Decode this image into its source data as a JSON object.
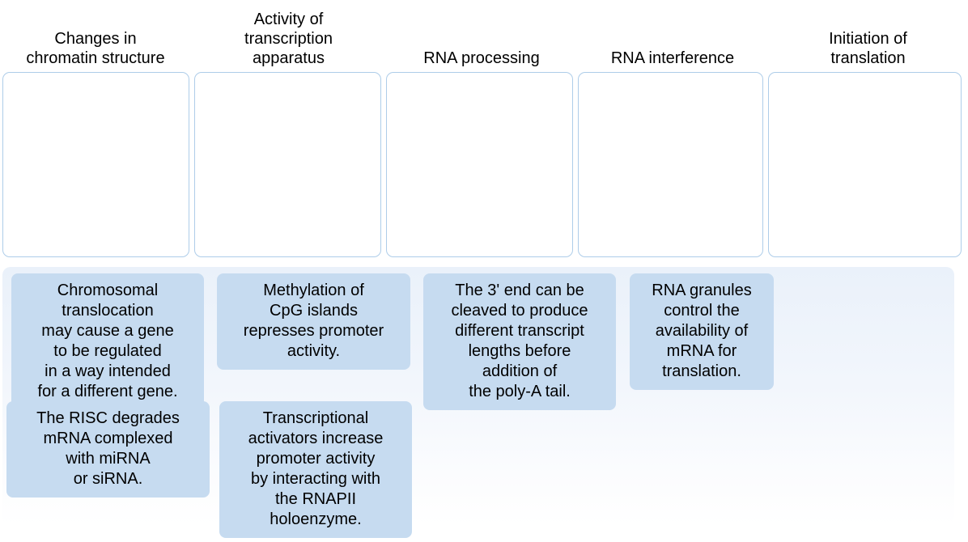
{
  "colors": {
    "tile_fill": "#c6dbf0",
    "dropzone_border": "#aecde9",
    "dropzone_fill": "#ffffff",
    "bank_gradient_top": "#eaf1fa",
    "bank_gradient_bottom": "#ffffff",
    "text": "#000000",
    "page_background": "#ffffff"
  },
  "headers": [
    {
      "label": "Changes in\nchromatin structure"
    },
    {
      "label": "Activity of\ntranscription\napparatus"
    },
    {
      "label": "RNA processing"
    },
    {
      "label": "RNA interference"
    },
    {
      "label": "Initiation of\ntranslation"
    }
  ],
  "dropzones": [
    {
      "label": "",
      "placeholder": ""
    },
    {
      "label": "",
      "placeholder": ""
    },
    {
      "label": "",
      "placeholder": ""
    },
    {
      "label": "",
      "placeholder": ""
    },
    {
      "label": "",
      "placeholder": ""
    }
  ],
  "tiles": [
    {
      "text": "Chromosomal\ntranslocation\nmay cause a gene\nto be regulated\nin a way intended\nfor a different gene."
    },
    {
      "text": "Methylation of\nCpG islands\nrepresses promoter\nactivity."
    },
    {
      "text": "The 3' end can be\ncleaved to produce\ndifferent transcript\nlengths before\naddition of\nthe poly-A tail."
    },
    {
      "text": "RNA granules\ncontrol the\navailability of\nmRNA for\ntranslation."
    },
    {
      "text": "The RISC degrades\nmRNA complexed\nwith miRNA\nor siRNA."
    },
    {
      "text": "Transcriptional\nactivators increase\npromoter activity\nby interacting with\nthe RNAPII\nholoenzyme."
    }
  ]
}
